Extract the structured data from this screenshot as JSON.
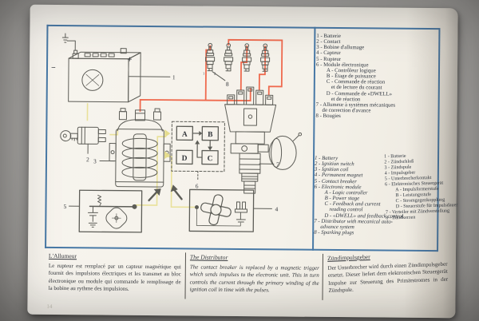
{
  "document": {
    "page_number": "14",
    "battery_plus": "+",
    "battery_minus": "−"
  },
  "callouts": {
    "c1": "1",
    "c2": "2",
    "c3": "3",
    "c4": "4",
    "c5": "5",
    "c6": "6",
    "c7": "7",
    "c8": "8",
    "gap1": "1",
    "gap2": "2"
  },
  "module": {
    "a": "A",
    "b": "B",
    "c": "C",
    "d": "D"
  },
  "legend_fr": {
    "items": [
      "1 - Batterie",
      "2 - Contact",
      "3 - Bobine d'allumage",
      "4 - Capteur",
      "5 - Rupteur",
      "6 - Module électronique",
      "A - Contrôleur logique",
      "B - Étage de puissance",
      "C - Commande de réaction",
      "et de lecture du courant",
      "D - Commande de «DWELL»",
      "et de réaction",
      "7 - Allumeur à systèmes mécaniques",
      "de correction d'avance",
      "8 - Bougies"
    ]
  },
  "legend_en": {
    "items": [
      "1 - Battery",
      "2 - Ignition switch",
      "3 - Ignition coil",
      "4 - Permanent magnet",
      "5 - Contact breaker",
      "6 - Electronic module",
      "A - Logic controller",
      "B - Power stage",
      "C - Feedback and current",
      "reading control",
      "D - «DWELL» and feedback control",
      "7 - Distributor with mecanical auto-",
      "advance system",
      "8 - Sparking plugs"
    ]
  },
  "legend_de": {
    "items": [
      "1 - Batterie",
      "2 - Zündschloß",
      "3 - Zündspule",
      "4 - Impulsgeber",
      "5 - Unterbrecherkontakt",
      "6 - Elektronisches Steuergerät",
      "A - Impulsformerstufe",
      "B - Leistungsstufe",
      "C - Stromgegenkopplung",
      "D - Steuerstufe für Impulsdauer",
      "7 - Verteiler mit Zündverstellung",
      "8 - Zündkerzen"
    ]
  },
  "sections": {
    "fr": {
      "title": "L'Allumeur",
      "body": "Le rupteur est remplacé par un capteur magnétique qui fournit des impulsions électriques et les transmet au bloc électronique ou module qui commande le remplissage de la bobine au rythme des impulsions."
    },
    "en": {
      "title": "The Distributor",
      "body": "The contact breaker is replaced by a magnetic trigger which sends impulses to the electronic unit. This in turn controls the current through the primary winding of the ignition coil in time with the pulses."
    },
    "de": {
      "title": "Zündimpulsgeber",
      "body": "Der Unterbrecher wird durch einen Zündimpulsgeber ersetzt. Dieser liefert dem elektronischen Steuergerät Impulse zur Steuerung des Primärstromes in der Zündspule."
    }
  },
  "colors": {
    "rule_blue": "#4879a6",
    "wire_red": "#ef6a4e",
    "wire_yellow": "#e9e19a",
    "ink": "#5d5d57"
  }
}
